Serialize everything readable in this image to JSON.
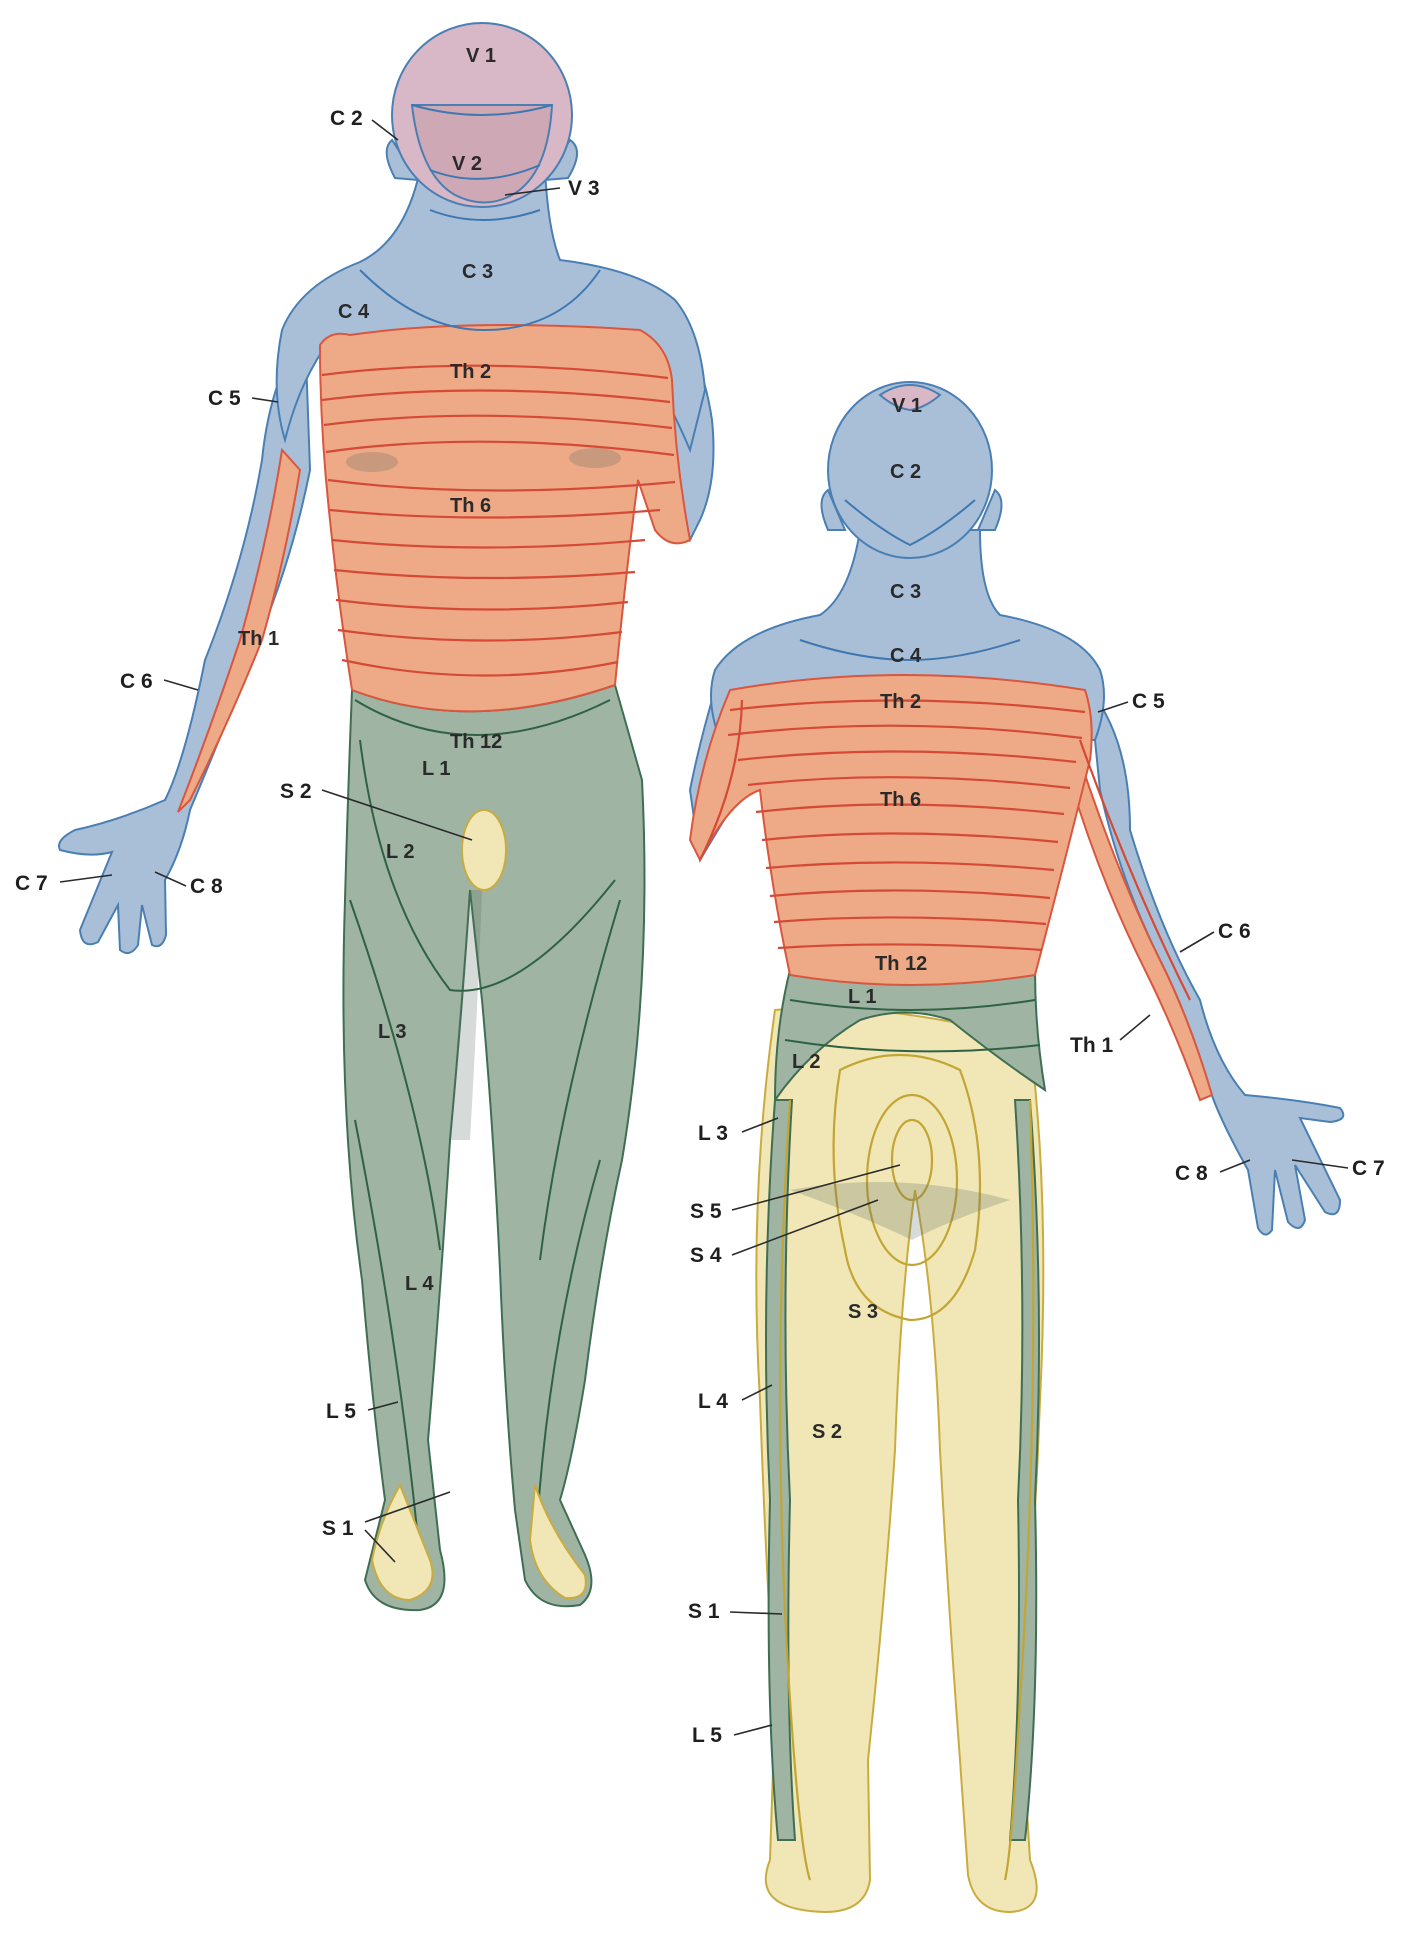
{
  "figure": {
    "front_labels": {
      "v1": "V 1",
      "v2": "V 2",
      "v3": "V 3",
      "c2": "C 2",
      "c3": "C 3",
      "c4": "C 4",
      "c5": "C 5",
      "c6": "C 6",
      "c7": "C 7",
      "c8": "C 8",
      "th1": "Th 1",
      "th2": "Th 2",
      "th6": "Th 6",
      "th12": "Th 12",
      "l1": "L 1",
      "l2": "L 2",
      "l3": "L 3",
      "l4": "L 4",
      "l5": "L 5",
      "s1": "S 1",
      "s2": "S 2"
    },
    "back_labels": {
      "v1": "V 1",
      "c2": "C 2",
      "c3": "C 3",
      "c4": "C 4",
      "c5": "C 5",
      "c6": "C 6",
      "c7": "C 7",
      "c8": "C 8",
      "th1": "Th 1",
      "th2": "Th 2",
      "th6": "Th 6",
      "th12": "Th 12",
      "l1": "L 1",
      "l2": "L 2",
      "l3": "L 3",
      "l4": "L 4",
      "l5": "L 5",
      "s1": "S 1",
      "s2": "S 2",
      "s3": "S 3",
      "s4": "S 4",
      "s5": "S 5"
    },
    "zone_colors": {
      "trigeminal": "#d8b7c6",
      "cervical": "#a9bfd8",
      "thoracic": "#eea987",
      "lumbar": "#9fb4a2",
      "sacral": "#f1e6b6"
    }
  }
}
